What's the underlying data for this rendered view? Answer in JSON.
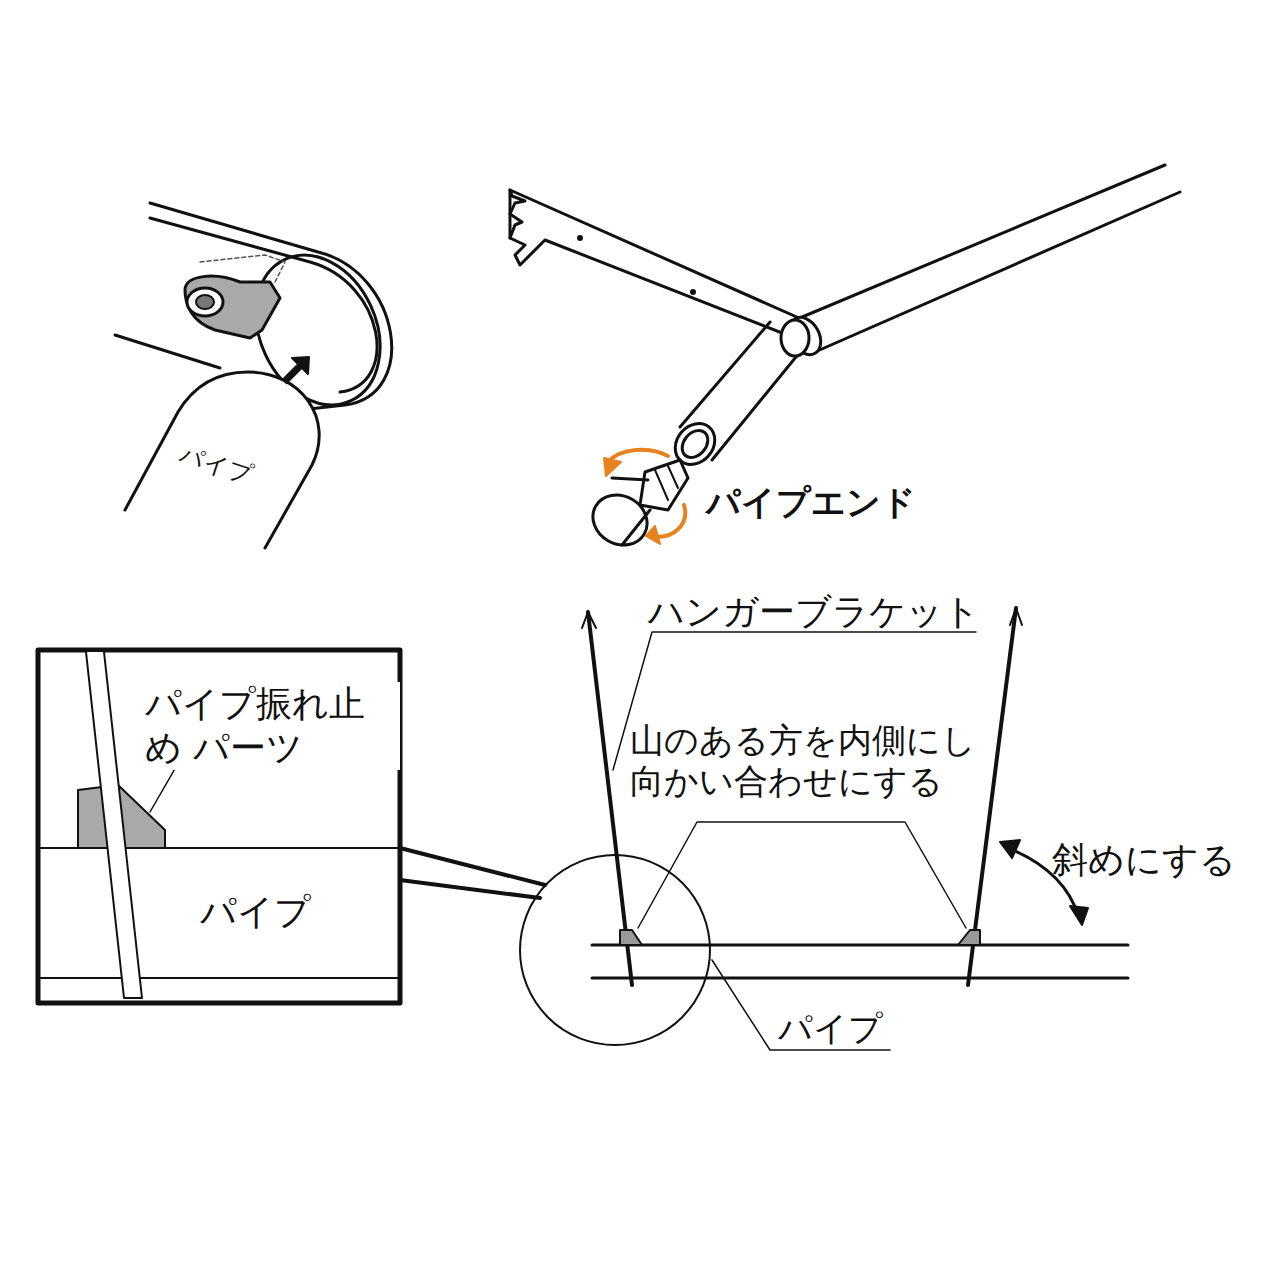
{
  "diagram": {
    "labels": [
      "パイプ",
      "パイプエンド",
      "ハンガーブラケット",
      "山のある方を内側にし 向かい合わせにする",
      "斜めにする",
      "パイプ",
      "パイプ振れ止め パーツ",
      "パイプ"
    ]
  }
}
